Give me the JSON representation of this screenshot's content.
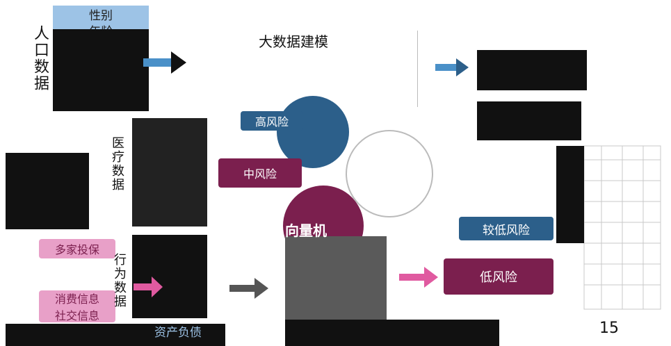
{
  "title": "大数据建模",
  "page_number": "15",
  "sources": {
    "population": "人口数据",
    "medical": "医疗数据",
    "behavior": "行为数据"
  },
  "population_fields": [
    "性别",
    "年龄"
  ],
  "middle_labels": [
    "多家投保",
    "消费信息",
    "社交信息",
    "资产负债"
  ],
  "model": "向量机",
  "risk_levels": {
    "high": "高风险",
    "mid": "中风险",
    "low": "低风险",
    "low_mid": "较低风险"
  },
  "colors": {
    "maroon": "#7b1f4e",
    "pink": "#e8a0c8",
    "steel": "#2c5f8a",
    "light_blue": "#9dc3e6"
  }
}
